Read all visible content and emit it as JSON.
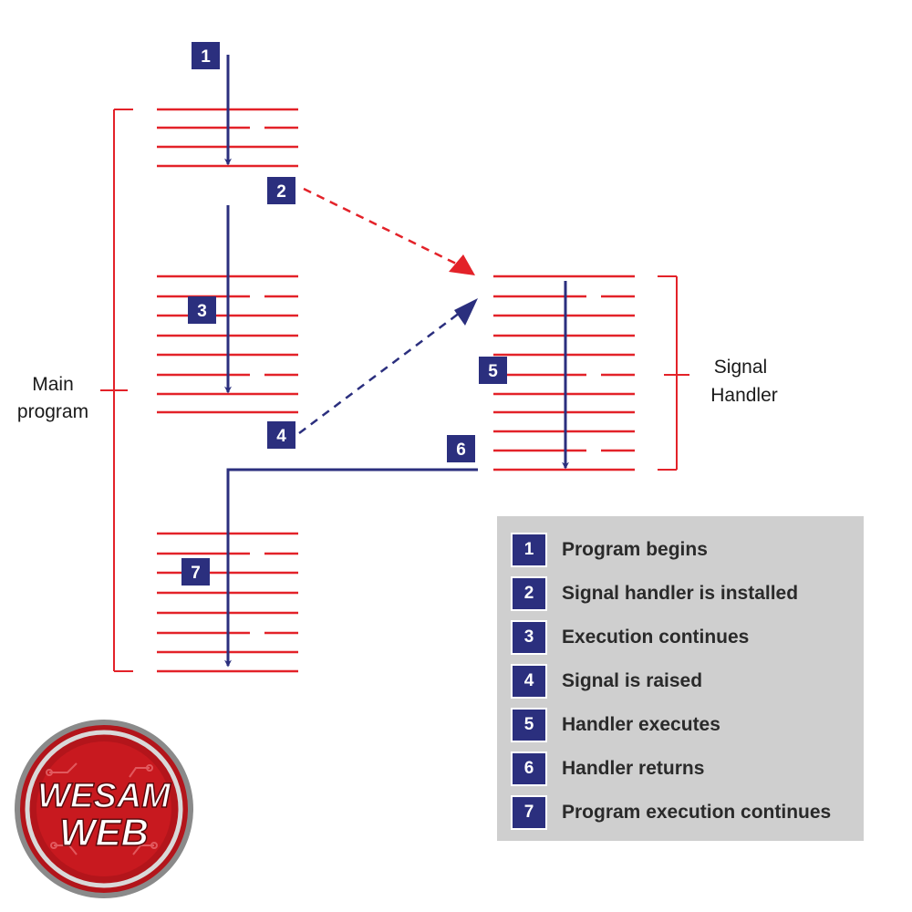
{
  "labels": {
    "main_program_line1": "Main",
    "main_program_line2": "program",
    "signal_handler_line1": "Signal",
    "signal_handler_line2": "Handler"
  },
  "badges": [
    "1",
    "2",
    "3",
    "4",
    "5",
    "6",
    "7"
  ],
  "legend": [
    {
      "num": "1",
      "text": "Program begins"
    },
    {
      "num": "2",
      "text": "Signal handler is installed"
    },
    {
      "num": "3",
      "text": "Execution continues"
    },
    {
      "num": "4",
      "text": "Signal is raised"
    },
    {
      "num": "5",
      "text": "Handler executes"
    },
    {
      "num": "6",
      "text": "Handler returns"
    },
    {
      "num": "7",
      "text": "Program execution continues"
    }
  ],
  "logo": {
    "line1": "WESAM",
    "line2": "WEB"
  },
  "colors": {
    "red": "#e32229",
    "navy": "#2b2f7e",
    "legend_bg": "#cfcfcf"
  }
}
